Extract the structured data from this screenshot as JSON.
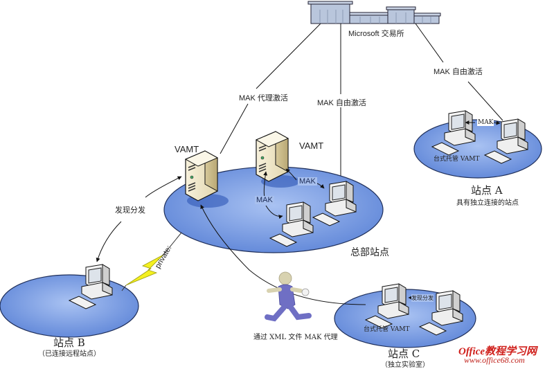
{
  "exchange": {
    "label": "Microsoft 交易所",
    "icon": "building-icon"
  },
  "links": {
    "mak_proxy_activation": "MAK 代理激活",
    "mak_independent_activation_hq": "MAK 自由激活",
    "mak_independent_activation_a": "MAK 自由激活",
    "discovery_distribution": "发现分发",
    "private_link": "private:",
    "xml_proxy": "通过 XML 文件 MAK 代理"
  },
  "headquarters": {
    "title": "总部站点",
    "vamt_left": "VAMT",
    "vamt_right": "VAMT",
    "mak_tag_1": "MAK",
    "mak_tag_2": "MAK"
  },
  "site_a": {
    "title": "站点 A",
    "subtitle": "具有独立连接的站点",
    "host_label": "台式托管 VAMT",
    "mak_label": "MAK"
  },
  "site_b": {
    "title": "站点 B",
    "subtitle": "（已连接远程站点）"
  },
  "site_c": {
    "title": "站点 C",
    "subtitle": "（独立实验室）",
    "host_label": "台式托管 VAMT",
    "link_label": "发现分发"
  },
  "watermark": {
    "line1": "Office教程学习网",
    "line2": "www.office68.com"
  },
  "colors": {
    "ellipse_fill": "#6f95e0",
    "ellipse_stroke": "#1f2f5a",
    "server": "#efe6c8",
    "building": "#b9c6dc",
    "lightning": "#f4f020",
    "runner_body": "#6f6fc4",
    "watermark": "#d0201c"
  }
}
